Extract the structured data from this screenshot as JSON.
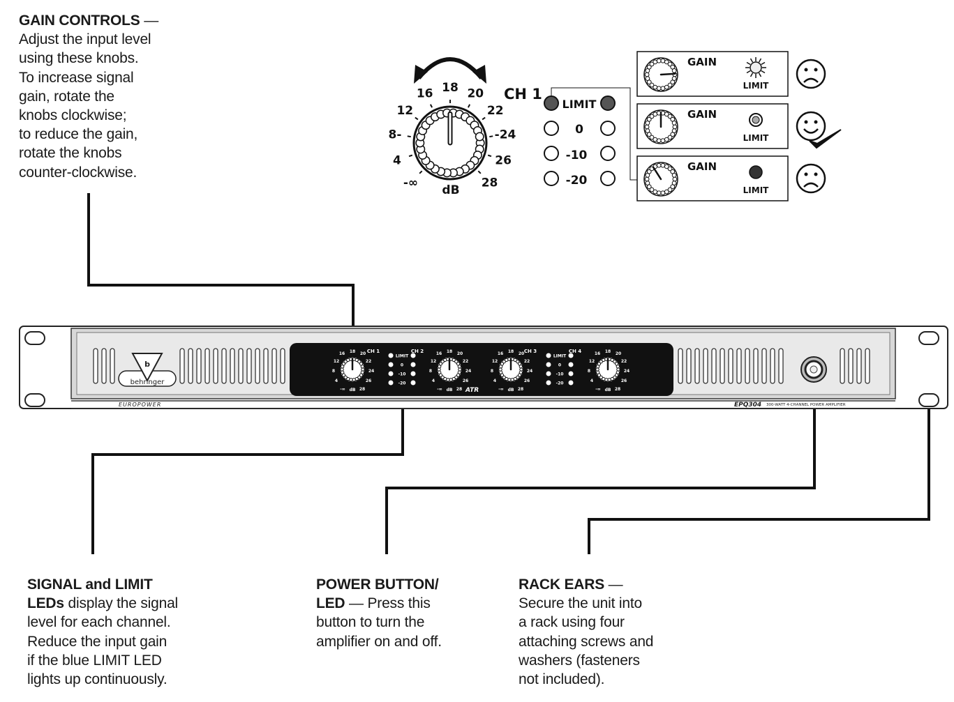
{
  "callouts": {
    "gain": {
      "title": "GAIN CONTROLS",
      "dash": " —",
      "lines": [
        "Adjust the input level",
        "using these knobs.",
        "To increase signal",
        "gain, rotate the",
        "knobs clockwise;",
        "to reduce the gain,",
        "rotate the knobs",
        "counter-clockwise."
      ]
    },
    "leds": {
      "title1": "SIGNAL and LIMIT",
      "title2": "LEDs",
      "rest1": " display the signal",
      "lines": [
        "level for each channel.",
        "Reduce the input gain",
        "if the blue LIMIT LED",
        "lights up continuously."
      ]
    },
    "power": {
      "title1": "POWER BUTTON/",
      "title2": "LED",
      "rest1": " — Press this",
      "lines": [
        "button to turn the",
        "amplifier on and off."
      ]
    },
    "rack": {
      "title": "RACK EARS",
      "dash": " —",
      "lines": [
        "Secure the unit into",
        "a rack using four",
        "attaching screws and",
        "washers (fasteners",
        "not included)."
      ]
    }
  },
  "knob_detail": {
    "channel": "CH 1",
    "scale": [
      "-∞",
      "4",
      "8-",
      "12",
      "16",
      "18",
      "20",
      "22",
      "-24",
      "26",
      "28"
    ],
    "unit": "dB",
    "led_labels": [
      "LIMIT",
      "0",
      "-10",
      "-20"
    ]
  },
  "gain_examples": [
    {
      "gain_label": "GAIN",
      "limit_label": "LIMIT",
      "led_state": "blinking",
      "verdict": "unhappy",
      "knob_level": 0.82
    },
    {
      "gain_label": "GAIN",
      "limit_label": "LIMIT",
      "led_state": "dim",
      "verdict": "happy",
      "knob_level": 0.5
    },
    {
      "gain_label": "GAIN",
      "limit_label": "LIMIT",
      "led_state": "off",
      "verdict": "unhappy",
      "knob_level": 0.38
    }
  ],
  "amplifier": {
    "brand": "behringer",
    "series": "EUROPOWER",
    "model": "EPQ304",
    "model_desc": "300-WATT 4-CHANNEL POWER AMPLIFIER",
    "atr": "ATR",
    "channels": [
      "CH 1",
      "CH 2",
      "CH 3",
      "CH 4"
    ],
    "mini_scale": [
      "16",
      "18",
      "20",
      "22",
      "24",
      "26",
      "28",
      "-∞",
      "dB",
      "4",
      "8",
      "12"
    ],
    "mini_led_labels": [
      "LIMIT",
      "0",
      "-10",
      "-20"
    ]
  }
}
